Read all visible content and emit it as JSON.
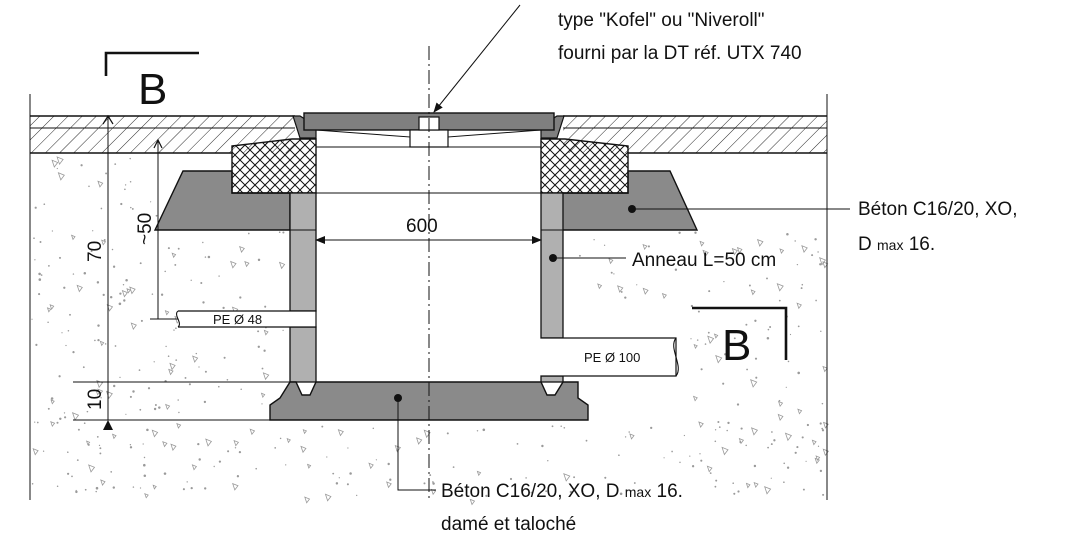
{
  "labels": {
    "cover_line1": "type \"Kofel\" ou \"Niveroll\"",
    "cover_line2": "fourni par la DT réf. UTX 740",
    "concrete_top_line1": "Béton C16/20, XO,",
    "concrete_top_line2_a": "D ",
    "concrete_top_line2_sub": "max",
    "concrete_top_line2_b": " 16.",
    "ring": "Anneau L=50 cm",
    "base_line1_a": "Béton C16/20, XO, D ",
    "base_line1_sub": "max",
    "base_line1_b": " 16.",
    "base_line2": "damé et taloché"
  },
  "dimensions": {
    "inner_width": "600",
    "depth_total": "70",
    "depth_upper": "~50",
    "base_thickness": "10"
  },
  "pipes": {
    "left": "PE Ø 48",
    "right": "PE Ø 100"
  },
  "section_marks": {
    "left": "B",
    "right": "B"
  },
  "colors": {
    "line": "#111111",
    "concrete_fill": "#8a8a8a",
    "ring_fill": "#b0b0b0",
    "cover_fill": "#7f7f7f",
    "soil_speckle": "#9a9a9a"
  }
}
